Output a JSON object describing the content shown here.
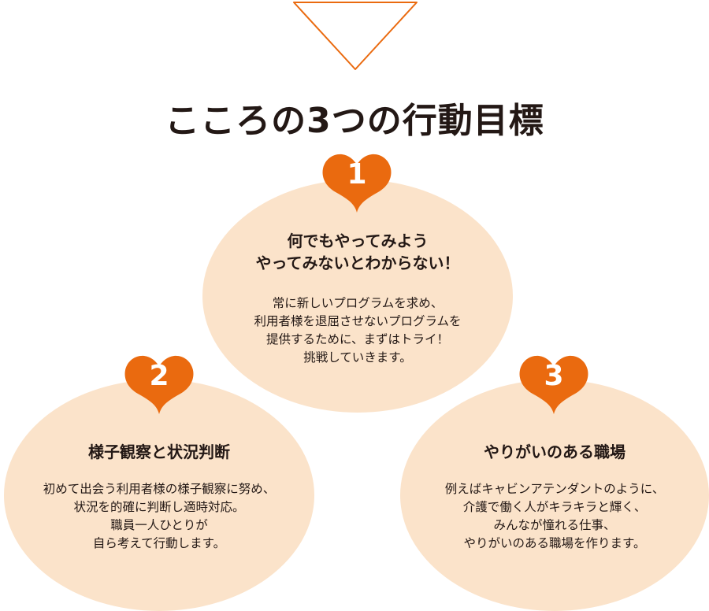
{
  "title": "こころの3つの行動目標",
  "colors": {
    "accent": "#ea6a0f",
    "ellipse": "#fbe3ca",
    "text": "#231815"
  },
  "goals": [
    {
      "number": "1",
      "title_lines": [
        "何でもやってみよう",
        "やってみないとわからない！"
      ],
      "desc_lines": [
        "常に新しいプログラムを求め、",
        "利用者様を退屈させないプログラムを",
        "提供するために、まずはトライ！",
        "挑戦していきます。"
      ]
    },
    {
      "number": "2",
      "title_lines": [
        "様子観察と状況判断"
      ],
      "desc_lines": [
        "初めて出会う利用者様の様子観察に努め、",
        "状況を的確に判断し適時対応。",
        "職員一人ひとりが",
        "自ら考えて行動します。"
      ]
    },
    {
      "number": "3",
      "title_lines": [
        "やりがいのある職場"
      ],
      "desc_lines": [
        "例えばキャビンアテンダントのように、",
        "介護で働く人がキラキラと輝く、",
        "みんなが憧れる仕事、",
        "やりがいのある職場を作ります。"
      ]
    }
  ]
}
